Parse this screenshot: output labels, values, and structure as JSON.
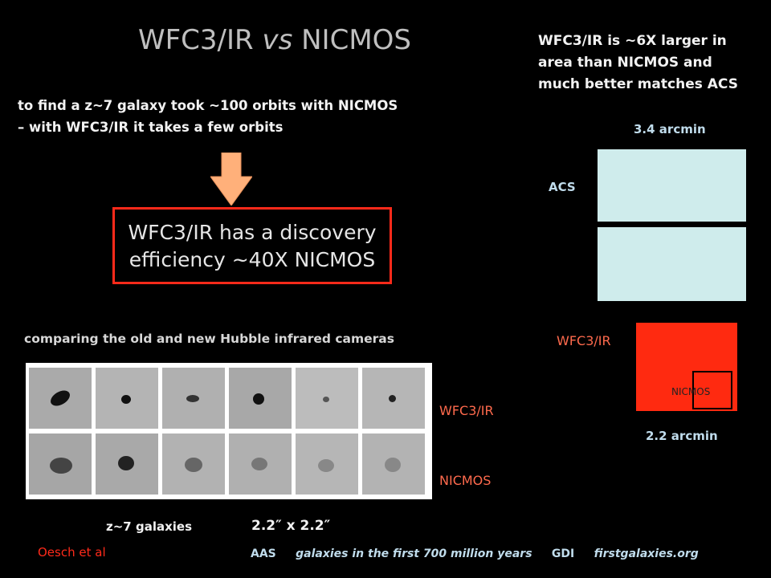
{
  "title": {
    "main": "WFC3/IR",
    "italic": "vs",
    "rest": "NICMOS"
  },
  "right_note": "WFC3/IR is ~6X larger in area than  NICMOS and much better matches ACS",
  "finding": {
    "line1": "to find a z~7 galaxy took ~100 orbits with NICMOS",
    "line2": "– with WFC3/IR it takes a few orbits"
  },
  "efficiency_box": {
    "line1": "WFC3/IR has a discovery",
    "line2": "efficiency ~40X NICMOS"
  },
  "comparison_label": "comparing the old and new Hubble infrared cameras",
  "thumb_rows": {
    "top": "WFC3/IR",
    "bottom": "NICMOS"
  },
  "caption": {
    "galaxies": "z~7 galaxies",
    "size": "2.2″ x  2.2″"
  },
  "credit": "Oesch et al",
  "field_diagram": {
    "acs_size": "3.4 arcmin",
    "acs_label": "ACS",
    "wfc3_label": "WFC3/IR",
    "nicmos_label": "NICMOS",
    "wfc3_size": "2.2 arcmin"
  },
  "footer": {
    "a": "AAS",
    "b": "galaxies in the first 700 million years",
    "c": "GDI",
    "d": "firstgalaxies.org"
  },
  "colors": {
    "accent_red": "#ff2a1a",
    "arrow_orange": "#ffb07a",
    "acs_fill": "#cfecec",
    "label_blue": "#c0dcec"
  }
}
